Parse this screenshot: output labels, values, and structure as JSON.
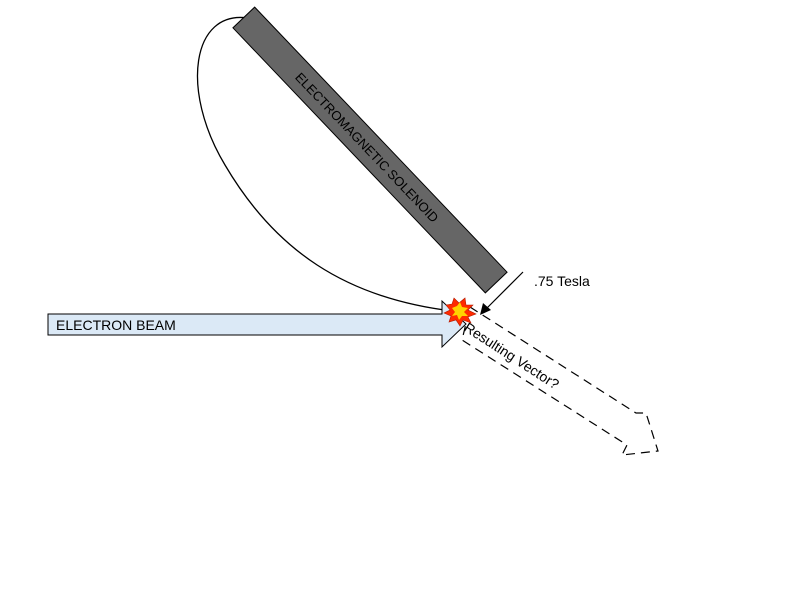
{
  "diagram": {
    "solenoid_label": "ELECTROMAGNETIC SOLENOID",
    "field_label": ".75 Tesla",
    "beam_label": "ELECTRON BEAM",
    "vector_label": "Resulting Vector?"
  },
  "colors": {
    "solenoid_fill": "#666666",
    "beam_fill": "#dbe9f6",
    "collision_outer": "#ff2a00",
    "collision_inner": "#ffd200",
    "stroke": "#000000"
  }
}
